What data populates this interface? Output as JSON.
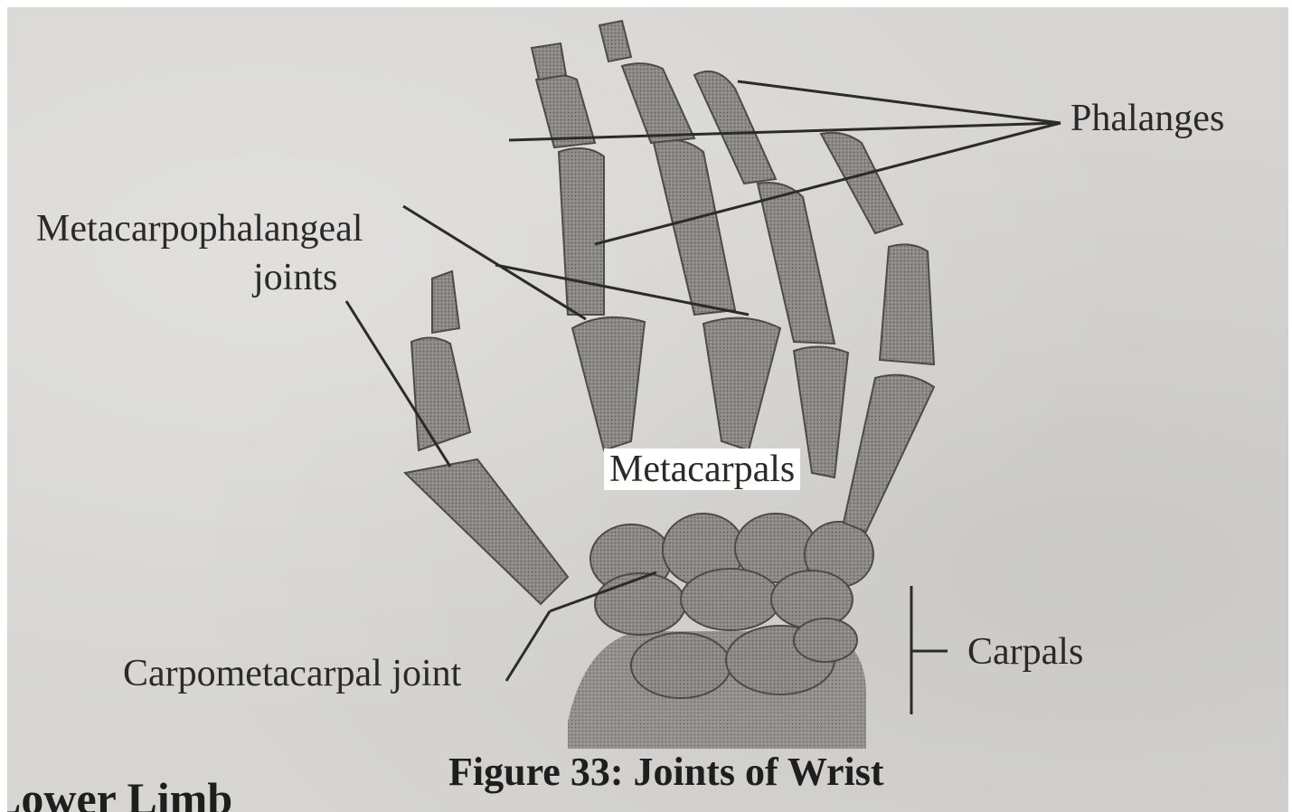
{
  "figure": {
    "caption": "Figure 33: Joints of Wrist",
    "labels": {
      "phalanges": "Phalanges",
      "metacarpophalangeal_line1": "Metacarpophalangeal",
      "metacarpophalangeal_line2": "joints",
      "metacarpals": "Metacarpals",
      "carpals": "Carpals",
      "carpometacarpal": "Carpometacarpal joint"
    }
  },
  "next_section": {
    "heading": "Lower Limb"
  },
  "colors": {
    "paper": "#d6d5d2",
    "bone": "#8d8b87",
    "bone_dark": "#5e5c59",
    "ink": "#2a2a2a"
  }
}
